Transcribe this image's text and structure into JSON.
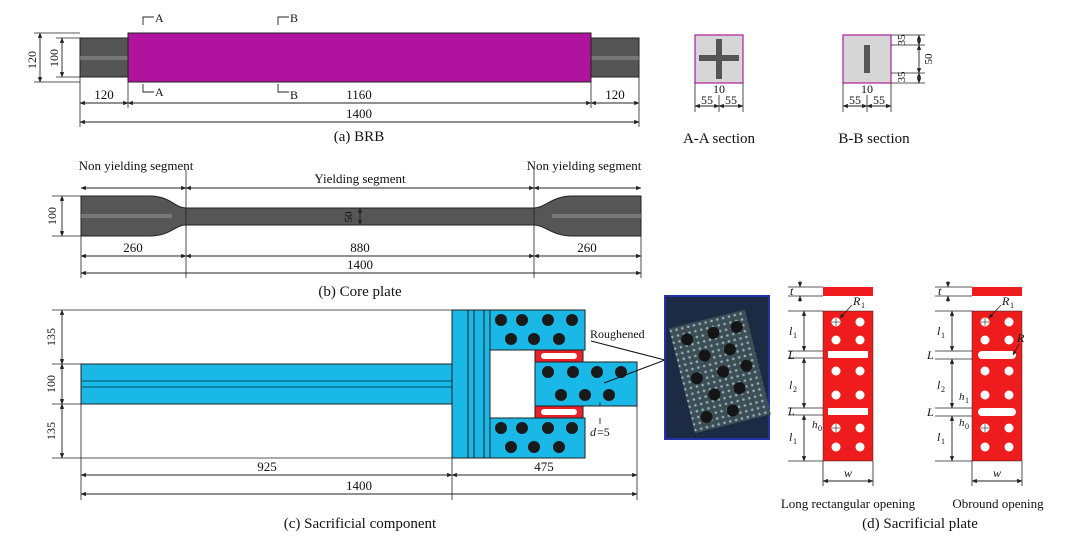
{
  "colors": {
    "brb_tube": "#b0149f",
    "core_gray": "#555555",
    "plate_red": "#ee1c1c",
    "sacrificial_cyan": "#1ab8e6",
    "photo_border": "#2233aa"
  },
  "brb": {
    "caption": "(a) BRB",
    "section_a_label": "A",
    "section_b_label": "B",
    "dim_height_outer": "120",
    "dim_height_inner": "100",
    "dim_left": "120",
    "dim_middle": "1160",
    "dim_right": "120",
    "dim_total": "1400"
  },
  "section_aa": {
    "caption": "A-A section",
    "dim_thickness": "10",
    "dim_left": "55",
    "dim_right": "55"
  },
  "section_bb": {
    "caption": "B-B section",
    "dim_top": "35",
    "dim_mid": "50",
    "dim_bottom": "35",
    "dim_thickness": "10",
    "dim_left": "55",
    "dim_right": "55"
  },
  "core": {
    "caption": "(b) Core plate",
    "label_left_segment": "Non yielding segment",
    "label_middle_segment": "Yielding segment",
    "label_right_segment": "Non yielding segment",
    "dim_height": "100",
    "dim_narrow": "50",
    "dim_left": "260",
    "dim_middle": "880",
    "dim_right": "260",
    "dim_total": "1400"
  },
  "sacrificial_component": {
    "caption": "(c) Sacrificial component",
    "dim_top": "135",
    "dim_mid": "100",
    "dim_bottom": "135",
    "dim_left": "925",
    "dim_right": "475",
    "dim_total": "1400",
    "label_roughened": "Roughened",
    "label_d": "d",
    "label_d_value": "=5"
  },
  "sacrificial_plate": {
    "caption": "(d) Sacrificial plate",
    "left_caption": "Long rectangular opening",
    "right_caption": "Obround opening",
    "sym_t": "t",
    "sym_R": "R",
    "sym_R_sub": "1",
    "sym_R_plain": "R",
    "sym_l": "l",
    "sub_1": "1",
    "sub_2": "2",
    "sym_L": "L",
    "sym_h": "h",
    "sub_0": "0",
    "sym_w": "w"
  }
}
